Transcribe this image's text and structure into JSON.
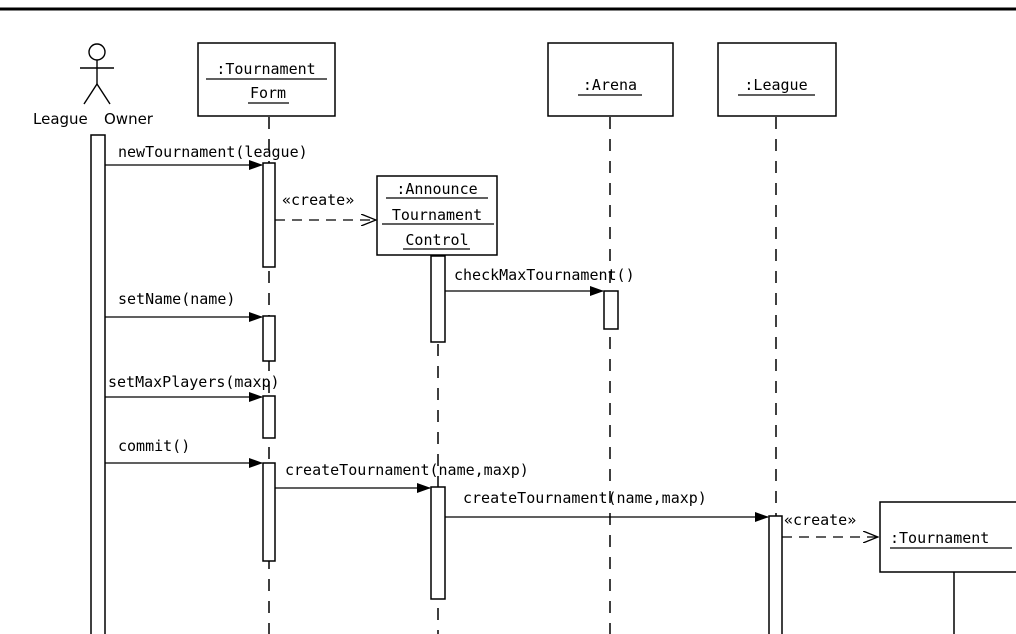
{
  "diagram": {
    "actor": {
      "label_first": "League",
      "label_second": "Owner"
    },
    "objects": {
      "tournament_form": {
        "line1": ":Tournament",
        "line2": "Form"
      },
      "arena": {
        "label": ":Arena"
      },
      "league": {
        "label": ":League"
      },
      "announce_control": {
        "line1": ":Announce",
        "line2": "Tournament",
        "line3": "Control"
      },
      "tournament": {
        "label": ":Tournament"
      }
    },
    "messages": {
      "new_tournament": "newTournament(league)",
      "create_control": "«create»",
      "check_max": "checkMaxTournament()",
      "set_name": "setName(name)",
      "set_max_players": "setMaxPlayers(maxp)",
      "commit": "commit()",
      "create_tournament_1": "createTournament(name,maxp)",
      "create_tournament_2": "createTournament(name,maxp)",
      "create_tournament_obj": "«create»"
    }
  }
}
